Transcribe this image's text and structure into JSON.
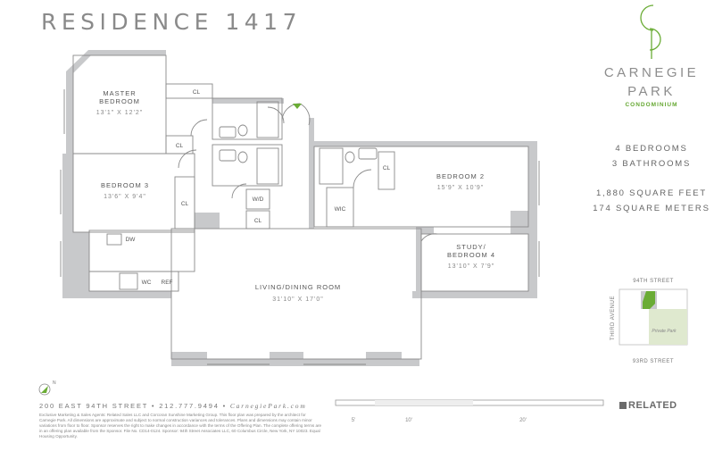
{
  "header": {
    "title": "RESIDENCE 1417"
  },
  "brand": {
    "name_line1": "CARNEGIE",
    "name_line2": "PARK",
    "tagline": "CONDOMINIUM",
    "accent": "#6aac35"
  },
  "specs": {
    "bedrooms": "4 BEDROOMS",
    "bathrooms": "3 BATHROOMS",
    "sqft": "1,880 SQUARE FEET",
    "sqm": "174 SQUARE METERS"
  },
  "rooms": {
    "master_name_1": "MASTER",
    "master_name_2": "BEDROOM",
    "master_dim": "13'1\" X 12'2\"",
    "bedroom3_name": "BEDROOM 3",
    "bedroom3_dim": "13'6\" X 9'4\"",
    "bedroom2_name": "BEDROOM 2",
    "bedroom2_dim": "15'9\" X 10'9\"",
    "study_name_1": "STUDY/",
    "study_name_2": "BEDROOM 4",
    "study_dim": "13'10\" X 7'9\"",
    "living_name": "LIVING/DINING ROOM",
    "living_dim": "31'10\" X 17'0\""
  },
  "fixtures": {
    "closet": "CL",
    "washer_dryer": "W/D",
    "walk_in_closet": "WIC",
    "dishwasher": "DW",
    "wine_cooler": "WC",
    "refrigerator": "REF"
  },
  "keyplan": {
    "north_street": "94TH STREET",
    "south_street": "93RD STREET",
    "avenue": "THIRD AVENUE",
    "park_label": "Private Park",
    "compass_label": "N"
  },
  "scale": {
    "labels": [
      "5'",
      "10'",
      "20'"
    ]
  },
  "footer": {
    "address": "200 EAST 94TH STREET  •  212.777.9494  •  ",
    "website": "CarnegiePark.com",
    "legal": "Exclusive Marketing & Sales Agents: Related Sales LLC and Corcoran Sunshine Marketing Group. This floor plan was prepared by the architect for Carnegie Park. All dimensions are approximate and subject to normal construction variances and tolerances. Plans and dimensions may contain minor variations from floor to floor. Sponsor reserves the right to make changes in accordance with the terms of the Offering Plan. The complete offering terms are in an offering plan available from the Sponsor. File No. CD14-0124. Sponsor: 94th Street Associates LLC, 60 Columbus Circle, New York, NY 10023. Equal Housing Opportunity.",
    "developer": "RELATED"
  }
}
